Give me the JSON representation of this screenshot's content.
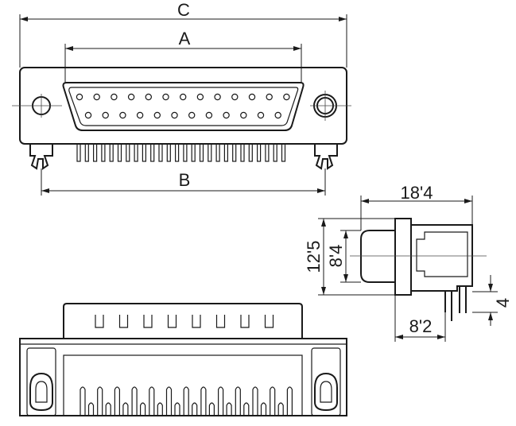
{
  "labels": {
    "c": "C",
    "a": "A",
    "b": "B",
    "width_18_4": "18'4",
    "height_12_5": "12'5",
    "height_8_4": "8'4",
    "depth_8_2": "8'2",
    "pin_4": "4"
  }
}
